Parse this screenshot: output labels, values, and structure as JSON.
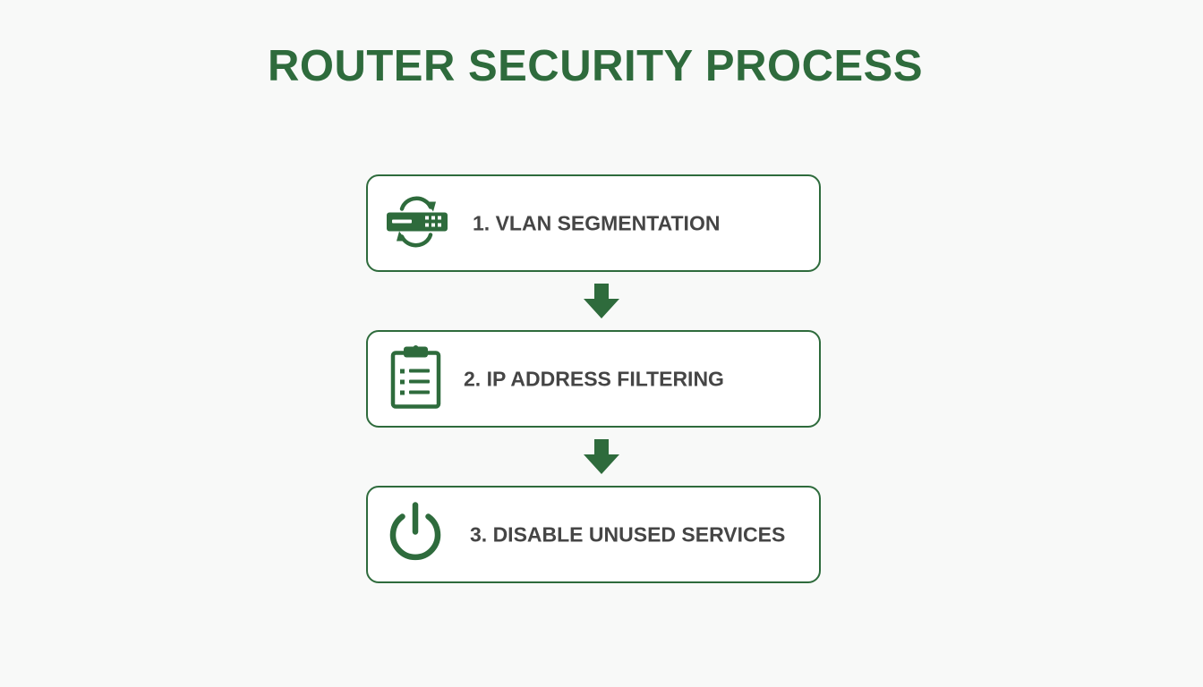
{
  "diagram": {
    "title": "ROUTER SECURITY PROCESS",
    "accent_color": "#2e6b3c",
    "text_color": "#454545",
    "steps": [
      {
        "label": "1. VLAN SEGMENTATION",
        "icon": "router-sync-icon"
      },
      {
        "label": "2. IP ADDRESS FILTERING",
        "icon": "clipboard-list-icon"
      },
      {
        "label": "3. DISABLE UNUSED SERVICES",
        "icon": "power-icon"
      }
    ],
    "connectors": [
      "down-arrow-icon",
      "down-arrow-icon"
    ]
  }
}
